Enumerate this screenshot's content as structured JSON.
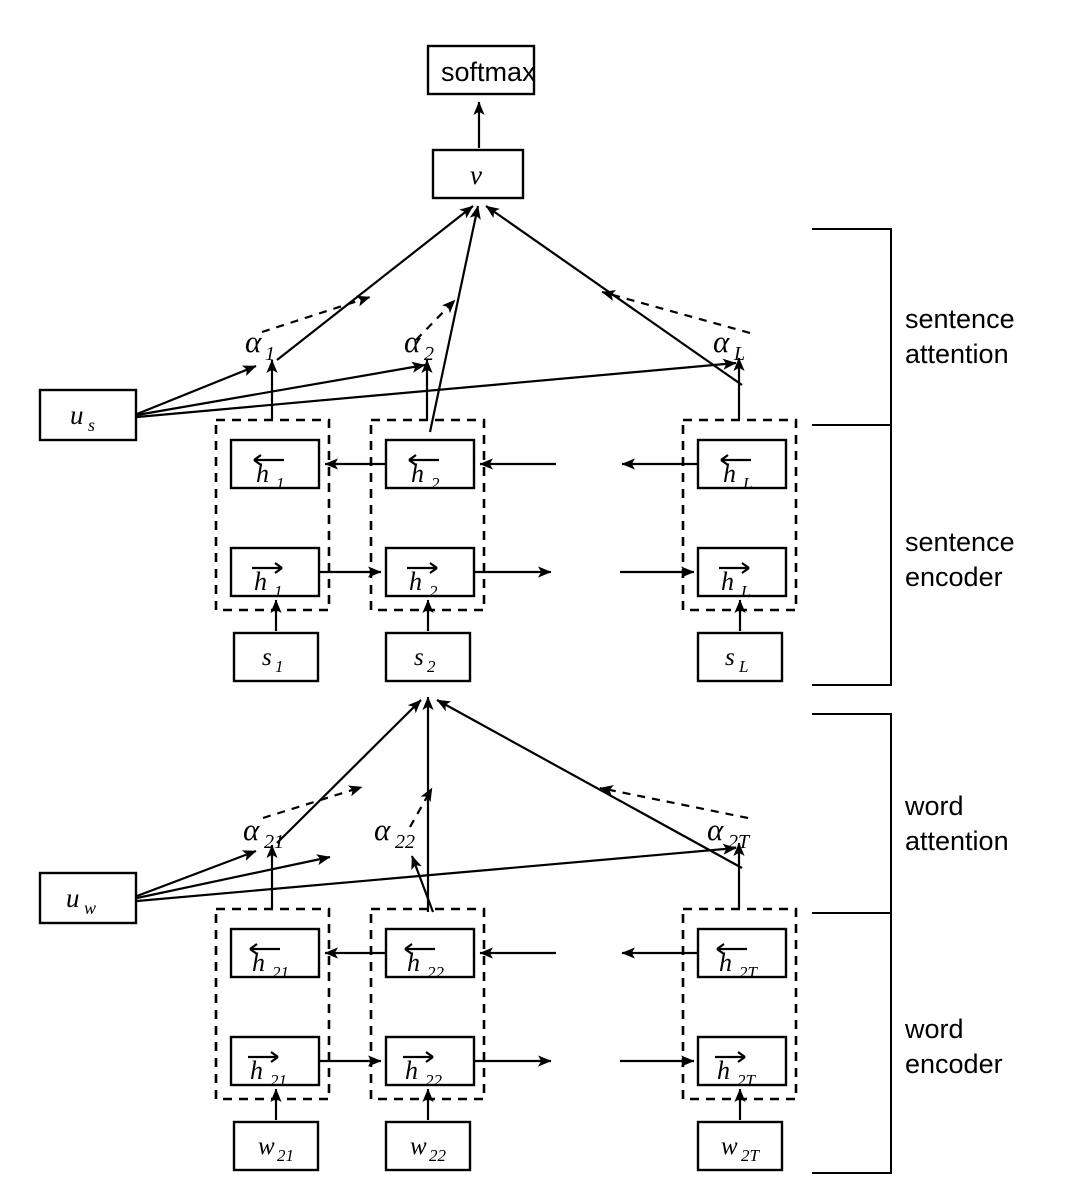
{
  "diagram": {
    "title": "Hierarchical Attention Network",
    "type": "neural-network-architecture"
  },
  "nodes": {
    "softmax": "softmax",
    "v": "v",
    "u_s": {
      "base": "u",
      "sub": "s"
    },
    "u_w": {
      "base": "u",
      "sub": "w"
    }
  },
  "sentence_attention": {
    "alphas": [
      {
        "base": "α",
        "sub": "1"
      },
      {
        "base": "α",
        "sub": "2"
      },
      {
        "base": "α",
        "sub": "L"
      }
    ]
  },
  "sentence_encoder": {
    "backward": [
      {
        "base": "h",
        "sub": "1"
      },
      {
        "base": "h",
        "sub": "2"
      },
      {
        "base": "h",
        "sub": "L"
      }
    ],
    "forward": [
      {
        "base": "h",
        "sub": "1"
      },
      {
        "base": "h",
        "sub": "2"
      },
      {
        "base": "h",
        "sub": "L"
      }
    ],
    "inputs": [
      {
        "base": "s",
        "sub": "1"
      },
      {
        "base": "s",
        "sub": "2"
      },
      {
        "base": "s",
        "sub": "L"
      }
    ]
  },
  "word_attention": {
    "alphas": [
      {
        "base": "α",
        "sub": "21"
      },
      {
        "base": "α",
        "sub": "22"
      },
      {
        "base": "α",
        "sub": "2T"
      }
    ]
  },
  "word_encoder": {
    "backward": [
      {
        "base": "h",
        "sub": "21"
      },
      {
        "base": "h",
        "sub": "22"
      },
      {
        "base": "h",
        "sub": "2T"
      }
    ],
    "forward": [
      {
        "base": "h",
        "sub": "21"
      },
      {
        "base": "h",
        "sub": "22"
      },
      {
        "base": "h",
        "sub": "2T"
      }
    ],
    "inputs": [
      {
        "base": "w",
        "sub": "21"
      },
      {
        "base": "w",
        "sub": "22"
      },
      {
        "base": "w",
        "sub": "2T"
      }
    ]
  },
  "brackets": [
    {
      "line1": "sentence",
      "line2": "attention"
    },
    {
      "line1": "sentence",
      "line2": "encoder"
    },
    {
      "line1": "word",
      "line2": "attention"
    },
    {
      "line1": "word",
      "line2": "encoder"
    }
  ],
  "colors": {
    "stroke": "#000000",
    "background": "#ffffff"
  }
}
